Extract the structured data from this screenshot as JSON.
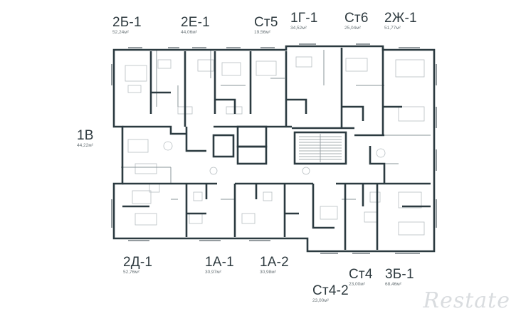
{
  "units": {
    "u2b1": {
      "code": "2Б-1",
      "area": "52,24м²"
    },
    "u2e1": {
      "code": "2Е-1",
      "area": "44,06м²"
    },
    "st5": {
      "code": "Ст5",
      "area": "19,56м²"
    },
    "u1g1": {
      "code": "1Г-1",
      "area": "34,52м²"
    },
    "st6": {
      "code": "Ст6",
      "area": "25,04м²"
    },
    "u2zh1": {
      "code": "2Ж-1",
      "area": "51,77м²"
    },
    "u1v": {
      "code": "1В",
      "area": "44,22м²"
    },
    "u2d1": {
      "code": "2Д-1",
      "area": "52,76м²"
    },
    "u1a1": {
      "code": "1А-1",
      "area": "30,97м²"
    },
    "u1a2": {
      "code": "1А-2",
      "area": "30,98м²"
    },
    "st4": {
      "code": "Ст4",
      "area": "23,00м²"
    },
    "u3b1": {
      "code": "3Б-1",
      "area": "68,46м²"
    },
    "st42": {
      "code": "Ст4-2",
      "area": "23,00м²"
    }
  },
  "watermark": "Restate",
  "colors": {
    "wall": "#2b3a40",
    "thin": "#8a9499",
    "furniture": "#b7bec2"
  }
}
